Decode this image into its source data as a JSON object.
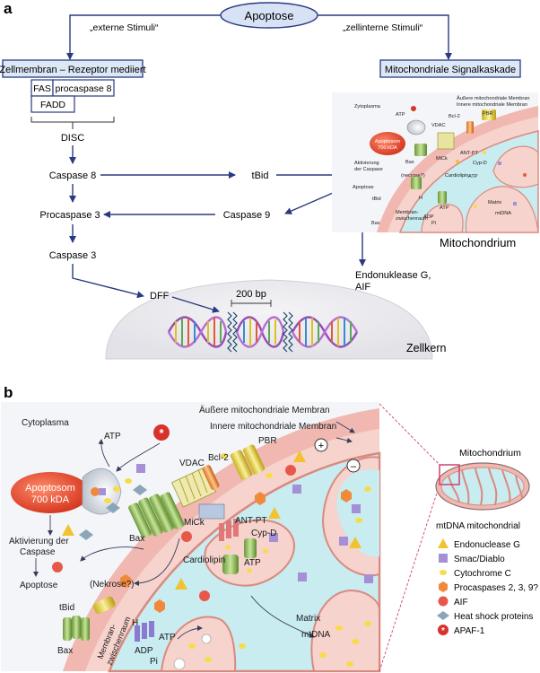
{
  "panel_a": {
    "letter": "a",
    "apoptose": "Apoptose",
    "external_stimuli": "„externe Stimuli“",
    "internal_stimuli": "„zellinterne Stimuli“",
    "membrane_receptor": "Zellmembran – Rezeptor mediiert",
    "mito_cascade": "Mitochondriale Signalkaskade",
    "fas": "FAS",
    "procaspase8": "procaspase 8",
    "fadd": "FADD",
    "disc": "DISC",
    "caspase8": "Caspase 8",
    "tbid": "tBid",
    "procaspase3": "Procaspase 3",
    "caspase9": "Caspase 9",
    "caspase3": "Caspase 3",
    "endonuclease_line1": "Endonuklease G,",
    "endonuclease_line2": "AIF",
    "dff": "DFF",
    "bp200": "200 bp",
    "zellkern": "Zellkern",
    "mitochondrium": "Mitochondrium",
    "mini": {
      "aeussere": "Äußere mitochondriale Membran",
      "innere": "Innere mitochondriale Membran",
      "zytoplasma": "Zytoplasma",
      "atp": "ATP",
      "bcl2": "Bcl-2",
      "pbr": "PBR",
      "vdac": "VDAC",
      "apoptosom": "Apoptosom",
      "kda": "700 kDA",
      "aktivierung1": "Aktivierung",
      "aktivierung2": "der Caspase",
      "necrose": "(necrose?)",
      "apoptose": "Apoptose",
      "bax": "Bax",
      "mick": "MiCk",
      "antpt": "ANT-PT",
      "cypd": "Cyp-D",
      "cardiolipin": "Cardiolipin",
      "atp2": "ATP",
      "tbid": "tBid",
      "bax2": "Bax",
      "membran1": "Membran-",
      "membran2": "zwischenraum",
      "h": "H",
      "adp": "ADP",
      "pi": "Pi",
      "atp3": "ATP",
      "matrix": "Matrix",
      "mtdna": "mtDNA"
    }
  },
  "panel_b": {
    "letter": "b",
    "cytoplasma": "Cytoplasma",
    "aeussere": "Äußere mitochondriale Membran",
    "innere": "Innere mitochondriale Membran",
    "atp": "ATP",
    "bcl2": "Bcl-2",
    "pbr": "PBR",
    "vdac": "VDAC",
    "apoptosom": "Apoptosom",
    "kda": "700 kDA",
    "aktivierung1": "Aktivierung der",
    "aktivierung2": "Caspase",
    "apoptose": "Apoptose",
    "nekrose": "(Nekrose?)",
    "bax": "Bax",
    "mick": "MiCk",
    "antpt": "ANT-PT",
    "cypd": "Cyp-D",
    "cardiolipin": "Cardiolipin",
    "atp2": "ATP",
    "tbid": "tBid",
    "bax2": "Bax",
    "membran1": "Membran-",
    "membran2": "zwischenraum",
    "h": "H",
    "atp3": "ATP",
    "adp": "ADP",
    "pi": "Pi",
    "matrix": "Matrix",
    "mtdna": "mtDNA",
    "plus": "+",
    "minus": "–",
    "mitochondrium": "Mitochondrium",
    "legend_title": "mtDNA mitochondrial",
    "legend": [
      {
        "label": "Endonuclease G",
        "shape": "triangle",
        "color": "#f2c230"
      },
      {
        "label": "Smac/Diablo",
        "shape": "square",
        "color": "#a58fd6"
      },
      {
        "label": "Cytochrome C",
        "shape": "ellipse",
        "color": "#f7dc4a"
      },
      {
        "label": "Procaspases 2, 3, 9?",
        "shape": "hexagon",
        "color": "#f08a3a"
      },
      {
        "label": "AIF",
        "shape": "circle",
        "color": "#e8584a"
      },
      {
        "label": "Heat shock proteins",
        "shape": "diamond",
        "color": "#8aa6b8"
      },
      {
        "label": "APAF-1",
        "shape": "star",
        "color": "#d8322c"
      }
    ]
  },
  "colors": {
    "navy": "#2a3a80",
    "box_fill": "#dde8f7",
    "apoptose_fill": "#d7e3f5",
    "cytoplasm": "#f4f5f9",
    "membrane": "#f0b8b0",
    "intermembrane": "#f6d3cc",
    "matrix": "#c8ecf0",
    "apoptosom": "#e8553c"
  }
}
